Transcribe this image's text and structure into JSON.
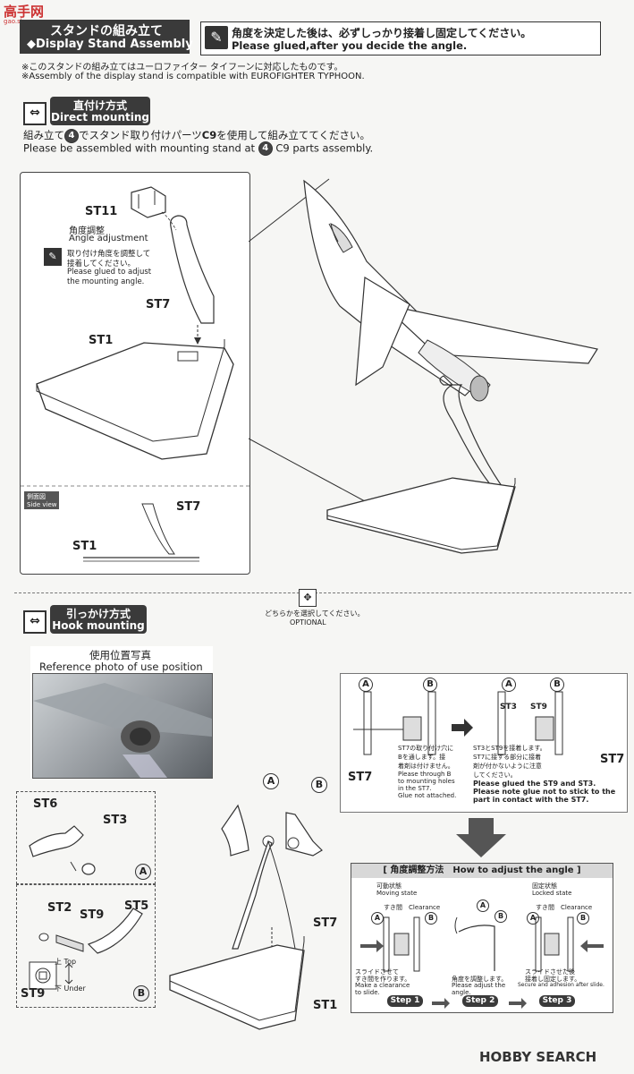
{
  "watermark": {
    "main": "高手网",
    "sub": "gao.shou.com"
  },
  "header": {
    "title_jp": "スタンドの組み立て",
    "title_en": "◆Display Stand Assembly",
    "glue_jp": "角度を決定した後は、必ずしっかり接着し固定してください。",
    "glue_en": "Please glued,after you decide the angle."
  },
  "notes": {
    "jp": "※このスタンドの組み立てはユーロファイター タイフーンに対応したものです。",
    "en": "※Assembly of the display stand is compatible with EUROFIGHTER TYPHOON."
  },
  "direct": {
    "label_jp": "直付け方式",
    "label_en": "Direct mounting",
    "text_jp_1": "組み立て",
    "step_num": "4",
    "text_jp_2": "でスタンド取り付けパーツ",
    "part": "C9",
    "text_jp_3": "を使用して組み立ててください。",
    "text_en_1": "Please be assembled with mounting stand at",
    "text_en_2": "C9 parts assembly."
  },
  "detail": {
    "st11": "ST11",
    "angle_jp": "角度調整",
    "angle_en": "Angle adjustment",
    "glue_note_jp1": "取り付け角度を調整して",
    "glue_note_jp2": "接着してください。",
    "glue_note_en1": "Please glued to adjust",
    "glue_note_en2": "the mounting angle.",
    "st7": "ST7",
    "st1": "ST1",
    "side_jp": "側面図",
    "side_en": "Side view",
    "side_st7": "ST7",
    "side_st1": "ST1"
  },
  "optional": {
    "jp": "どちらかを選択してください。",
    "en": "OPTIONAL"
  },
  "hook": {
    "label_jp": "引っかけ方式",
    "label_en": "Hook mounting",
    "photo_jp": "使用位置写真",
    "photo_en": "Reference photo of use position"
  },
  "parts": {
    "st6": "ST6",
    "st3": "ST3",
    "a": "A",
    "st2": "ST2",
    "st9": "ST9",
    "st5": "ST5",
    "b": "B",
    "top_jp": "上",
    "top_en": "Top",
    "under_jp": "下",
    "under_en": "Under",
    "st9b": "ST9"
  },
  "main": {
    "a": "A",
    "b": "B",
    "st7": "ST7",
    "st1": "ST1"
  },
  "inset": {
    "a1": "A",
    "b1": "B",
    "a2": "A",
    "b2": "B",
    "st3": "ST3",
    "st9": "ST9",
    "st7_left": "ST7",
    "st7_right": "ST7",
    "left_jp1": "ST7の取り付け穴に",
    "left_jp2": "を通します。接",
    "left_jp3": "着剤は付けません。",
    "left_b": "B",
    "left_en1": "Please through B",
    "left_en2": "to mounting holes",
    "left_en3": "in the ST7.",
    "left_en4": "Glue not attached.",
    "right_jp1": "ST3とST9を接着します。",
    "right_jp2": "ST7に接する部分に接着",
    "right_jp3": "剤が付かないように注意",
    "right_jp4": "してください。",
    "right_en1": "Please glued the ST9 and ST3.",
    "right_en2": "Please note glue not to stick to the",
    "right_en3": "part in contact with the ST7."
  },
  "adjust": {
    "title": "[ 角度調整方法　How to adjust the angle ]",
    "s1_jp": "可動状態",
    "s1_en": "Moving state",
    "s1_gap": "すき間　Clearance",
    "s1_note_jp1": "スライドさせて",
    "s1_note_jp2": "すき間を作ります。",
    "s1_note_en1": "Make a clearance",
    "s1_note_en2": "to slide.",
    "s2_note_jp": "角度を調整します。",
    "s2_note_en1": "Please adjust the",
    "s2_note_en2": "angle.",
    "s3_jp": "固定状態",
    "s3_en": "Locked state",
    "s3_gap": "すき間　Clearance",
    "s3_note_jp1": "スライドさせた後",
    "s3_note_jp2": "接着し固定します。",
    "s3_note_en": "Secure and adhesion after slide.",
    "step1": "Step 1",
    "step2": "Step 2",
    "step3": "Step 3",
    "a": "A",
    "b": "B"
  },
  "footer": {
    "logo": "HOBBY SEARCH"
  }
}
